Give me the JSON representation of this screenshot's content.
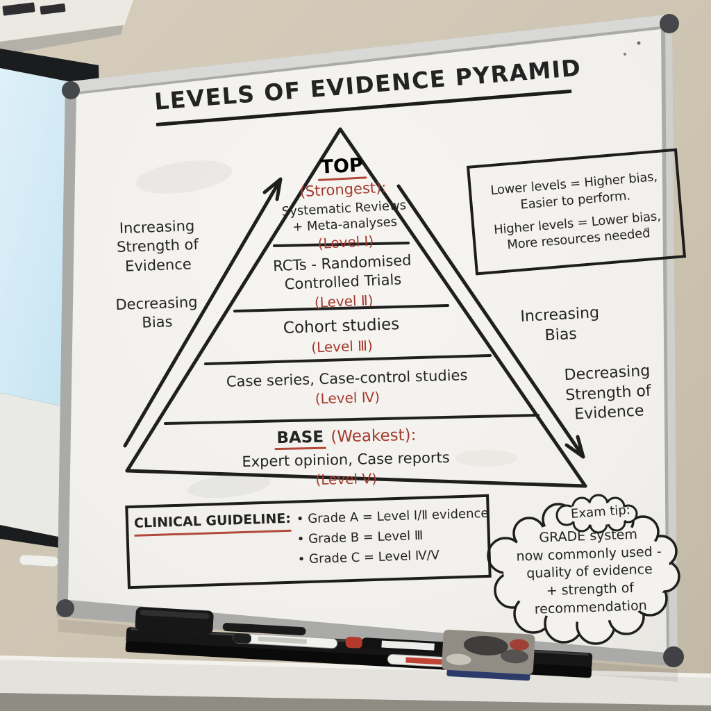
{
  "colors": {
    "ink_black": "#232323",
    "ink_red": "#a53a2f",
    "board_white": "#f4f3ef",
    "wall_beige": "#cdc3b1",
    "projection_blue": "#cfe9f3"
  },
  "title": "LEVELS OF EVIDENCE PYRAMID",
  "pyramid": {
    "level1": {
      "heading": "TOP",
      "qualifier": "(Strongest):",
      "body": "Systematic Reviews\n+ Meta-analyses",
      "level": "(Level Ⅰ)"
    },
    "level2": {
      "body": "RCTs - Randomised\nControlled Trials",
      "level": "(Level Ⅱ)"
    },
    "level3": {
      "body": "Cohort studies",
      "level": "(Level Ⅲ)"
    },
    "level4": {
      "body": "Case series, Case-control studies",
      "level": "(Level Ⅳ)"
    },
    "level5": {
      "heading": "BASE",
      "qualifier": "(Weakest):",
      "body": "Expert opinion, Case reports",
      "level": "(Level Ⅴ)"
    }
  },
  "annotations": {
    "left_strength": "Increasing\nStrength of\nEvidence",
    "left_bias": "Decreasing\nBias",
    "right_bias": "Increasing\nBias",
    "right_strength": "Decreasing\nStrength of\nEvidence"
  },
  "info_box": {
    "line1": "Lower levels = Higher bias,\nEasier to perform.",
    "line2": "Higher levels = Lower bias,\nMore resources needed"
  },
  "guideline_box": {
    "label": "CLINICAL GUIDELINE:",
    "bullets": [
      "• Grade A = Level Ⅰ/Ⅱ evidence",
      "• Grade B = Level Ⅲ",
      "• Grade C = Level Ⅳ/V"
    ]
  },
  "exam_tip": {
    "label": "Exam tip:",
    "body": "GRADE system\nnow commonly used -\nquality of evidence\n+ strength of\nrecommendation"
  }
}
